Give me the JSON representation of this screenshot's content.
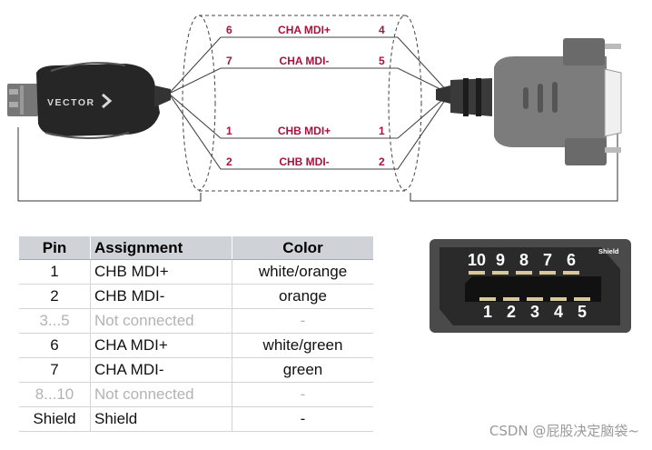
{
  "cable": {
    "wires": [
      {
        "left_pin": "6",
        "signal": "CHA MDI+",
        "right_pin": "4"
      },
      {
        "left_pin": "7",
        "signal": "CHA MDI-",
        "right_pin": "5"
      },
      {
        "left_pin": "1",
        "signal": "CHB MDI+",
        "right_pin": "1"
      },
      {
        "left_pin": "2",
        "signal": "CHB MDI-",
        "right_pin": "2"
      }
    ],
    "wire_color": "#a8123c",
    "left_connector_logo": "VECTOR"
  },
  "pin_table": {
    "headers": {
      "pin": "Pin",
      "assignment": "Assignment",
      "color": "Color"
    },
    "rows": [
      {
        "pin": "1",
        "assignment": "CHB MDI+",
        "color": "white/orange",
        "connected": true
      },
      {
        "pin": "2",
        "assignment": "CHB MDI-",
        "color": "orange",
        "connected": true
      },
      {
        "pin": "3...5",
        "assignment": "Not connected",
        "color": "-",
        "connected": false
      },
      {
        "pin": "6",
        "assignment": "CHA MDI+",
        "color": "white/green",
        "connected": true
      },
      {
        "pin": "7",
        "assignment": "CHA MDI-",
        "color": "green",
        "connected": true
      },
      {
        "pin": "8...10",
        "assignment": "Not connected",
        "color": "-",
        "connected": false
      },
      {
        "pin": "Shield",
        "assignment": "Shield",
        "color": "-",
        "connected": true
      }
    ]
  },
  "connector_face": {
    "top_pins": [
      "10",
      "9",
      "8",
      "7",
      "6"
    ],
    "bottom_pins": [
      "1",
      "2",
      "3",
      "4",
      "5"
    ],
    "shield_label": "Shield"
  },
  "watermark": "CSDN @屁股决定脑袋~"
}
